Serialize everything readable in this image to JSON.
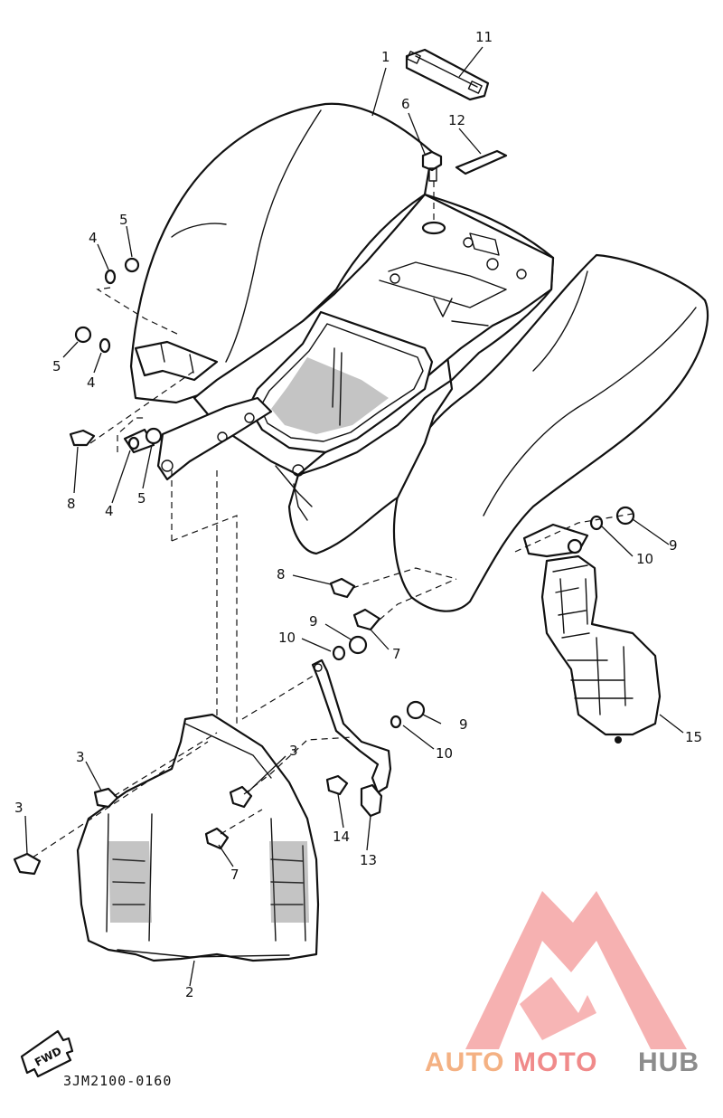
{
  "diagram": {
    "code": "3JM2100-0160",
    "fwd_label": "FWD",
    "callouts": [
      {
        "id": "c1",
        "text": "1"
      },
      {
        "id": "c2",
        "text": "2"
      },
      {
        "id": "c3a",
        "text": "3"
      },
      {
        "id": "c3b",
        "text": "3"
      },
      {
        "id": "c3c",
        "text": "3"
      },
      {
        "id": "c4a",
        "text": "4"
      },
      {
        "id": "c4b",
        "text": "4"
      },
      {
        "id": "c4c",
        "text": "4"
      },
      {
        "id": "c5a",
        "text": "5"
      },
      {
        "id": "c5b",
        "text": "5"
      },
      {
        "id": "c5c",
        "text": "5"
      },
      {
        "id": "c6",
        "text": "6"
      },
      {
        "id": "c7a",
        "text": "7"
      },
      {
        "id": "c7b",
        "text": "7"
      },
      {
        "id": "c8a",
        "text": "8"
      },
      {
        "id": "c8b",
        "text": "8"
      },
      {
        "id": "c9a",
        "text": "9"
      },
      {
        "id": "c9b",
        "text": "9"
      },
      {
        "id": "c9c",
        "text": "9"
      },
      {
        "id": "c10a",
        "text": "10"
      },
      {
        "id": "c10b",
        "text": "10"
      },
      {
        "id": "c10c",
        "text": "10"
      },
      {
        "id": "c11",
        "text": "11"
      },
      {
        "id": "c12",
        "text": "12"
      },
      {
        "id": "c13",
        "text": "13"
      },
      {
        "id": "c14",
        "text": "14"
      },
      {
        "id": "c15",
        "text": "15"
      }
    ]
  },
  "watermark": {
    "part1": "AUTO",
    "part2": "MOTO",
    "part3": "HUB",
    "colors": {
      "auto": "#f4b183",
      "moto": "#f08a8a",
      "hub": "#8c8c8c",
      "triangle": "#f5a3a3"
    }
  }
}
